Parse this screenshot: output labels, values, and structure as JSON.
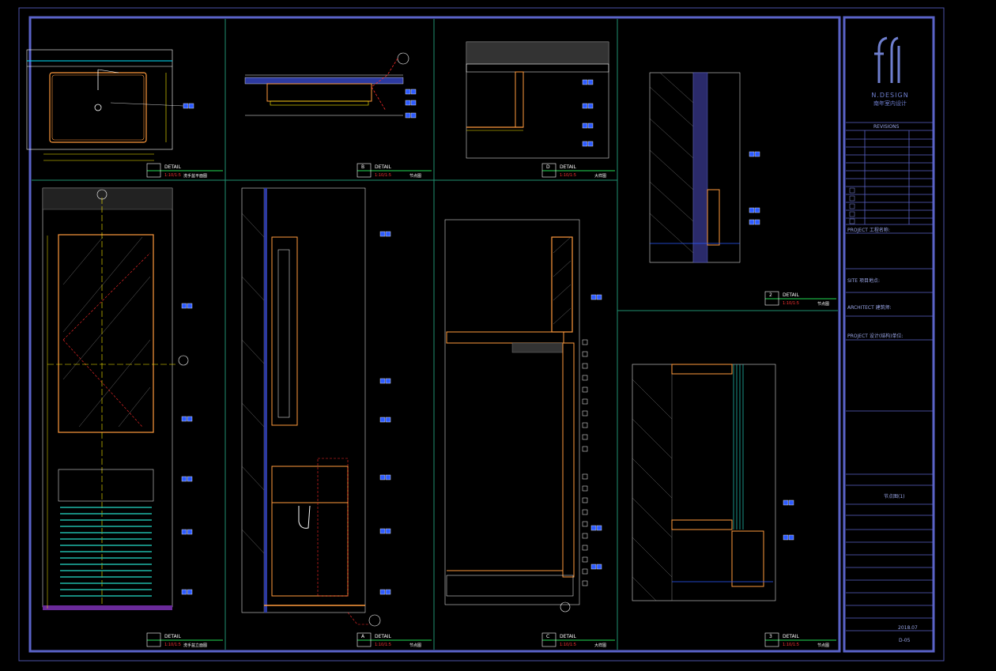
{
  "title_block": {
    "logo_text": "N.DESIGN",
    "logo_sub": "南年室内设计",
    "revisions_label": "REVISIONS",
    "rows": [
      "PROJECT 工程名称:",
      "SITE 项目地点:",
      "ARCHITECT 建筑师:",
      "PROJECT 设计(结构)单位:"
    ],
    "drawing_title": "节点图(1)",
    "date": "2018.07",
    "sheet_no": "D-05"
  },
  "details": [
    {
      "no": "",
      "label": "DETAIL",
      "scale": "1:10/1:5",
      "name": "洗手盆平面图"
    },
    {
      "no": "B",
      "label": "DETAIL",
      "scale": "1:10/1:5",
      "name": "节点图"
    },
    {
      "no": "D",
      "label": "DETAIL",
      "scale": "1:10/1:5",
      "name": "大样图"
    },
    {
      "no": "",
      "label": "DETAIL",
      "scale": "1:10/1:5",
      "name": "洗手盆立面图"
    },
    {
      "no": "A",
      "label": "DETAIL",
      "scale": "1:10/1:5",
      "name": "节点图"
    },
    {
      "no": "C",
      "label": "DETAIL",
      "scale": "1:10/1:5",
      "name": "大样图"
    },
    {
      "no": "2",
      "label": "DETAIL",
      "scale": "1:10/1:5",
      "name": "节点图"
    },
    {
      "no": "3",
      "label": "DETAIL",
      "scale": "1:10/1:5",
      "name": "节点图"
    }
  ],
  "colors": {
    "frame": "#4b52a8",
    "cyan": "#00e5ff",
    "orange": "#ff9a3c",
    "yellow": "#ffee00",
    "red": "#ff2a2a",
    "green": "#22dd55",
    "white": "#ffffff"
  }
}
